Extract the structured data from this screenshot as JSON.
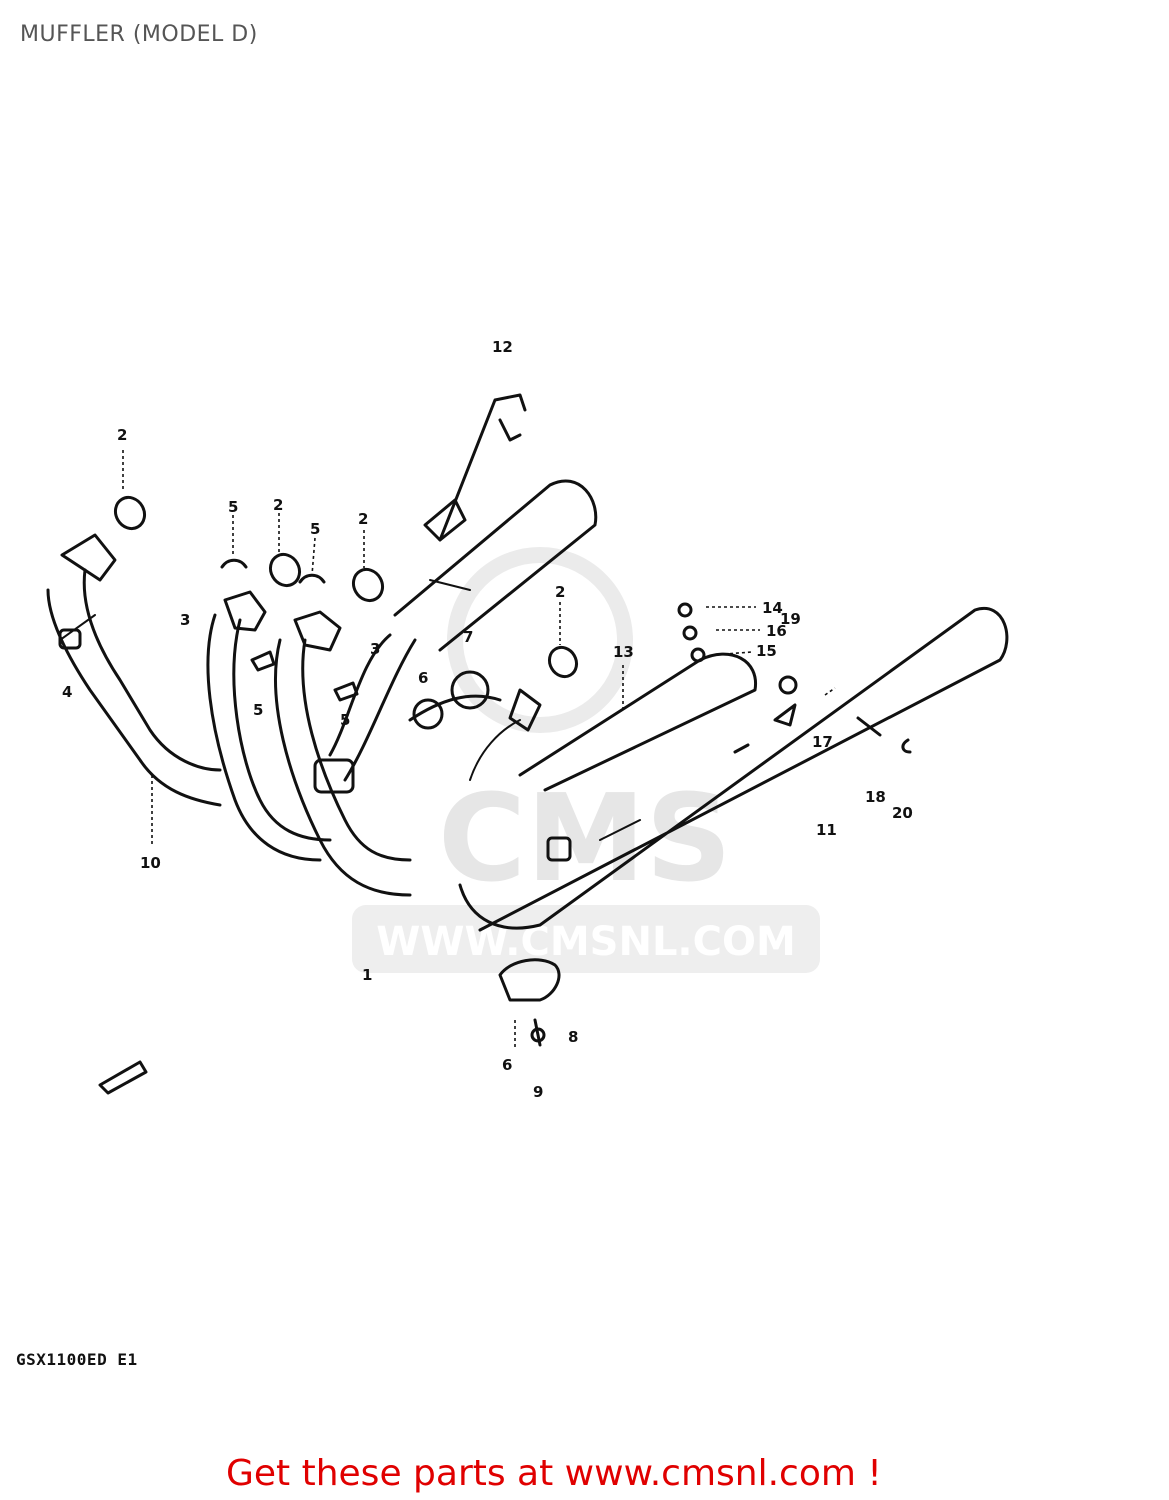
{
  "page": {
    "title": "MUFFLER (MODEL D)",
    "model_code": "GSX1100ED  E1",
    "cta_text": "Get these parts at www.cmsnl.com !"
  },
  "watermark": {
    "brand": "CMS",
    "url": "WWW.CMSNL.COM"
  },
  "callouts": [
    {
      "id": "c12",
      "label": "12"
    },
    {
      "id": "c2a",
      "label": "2"
    },
    {
      "id": "c5a",
      "label": "5"
    },
    {
      "id": "c2b",
      "label": "2"
    },
    {
      "id": "c5b",
      "label": "5"
    },
    {
      "id": "c2c",
      "label": "2"
    },
    {
      "id": "c3a",
      "label": "3"
    },
    {
      "id": "c3b",
      "label": "3"
    },
    {
      "id": "c4",
      "label": "4"
    },
    {
      "id": "c5c",
      "label": "5"
    },
    {
      "id": "c5d",
      "label": "5"
    },
    {
      "id": "c6a",
      "label": "6"
    },
    {
      "id": "c7",
      "label": "7"
    },
    {
      "id": "c2d",
      "label": "2"
    },
    {
      "id": "c13",
      "label": "13"
    },
    {
      "id": "c14",
      "label": "14"
    },
    {
      "id": "c16",
      "label": "16"
    },
    {
      "id": "c15",
      "label": "15"
    },
    {
      "id": "c19",
      "label": "19"
    },
    {
      "id": "c17",
      "label": "17"
    },
    {
      "id": "c18",
      "label": "18"
    },
    {
      "id": "c20",
      "label": "20"
    },
    {
      "id": "c11",
      "label": "11"
    },
    {
      "id": "c10",
      "label": "10"
    },
    {
      "id": "c1",
      "label": "1"
    },
    {
      "id": "c8",
      "label": "8"
    },
    {
      "id": "c6b",
      "label": "6"
    },
    {
      "id": "c9",
      "label": "9"
    }
  ]
}
